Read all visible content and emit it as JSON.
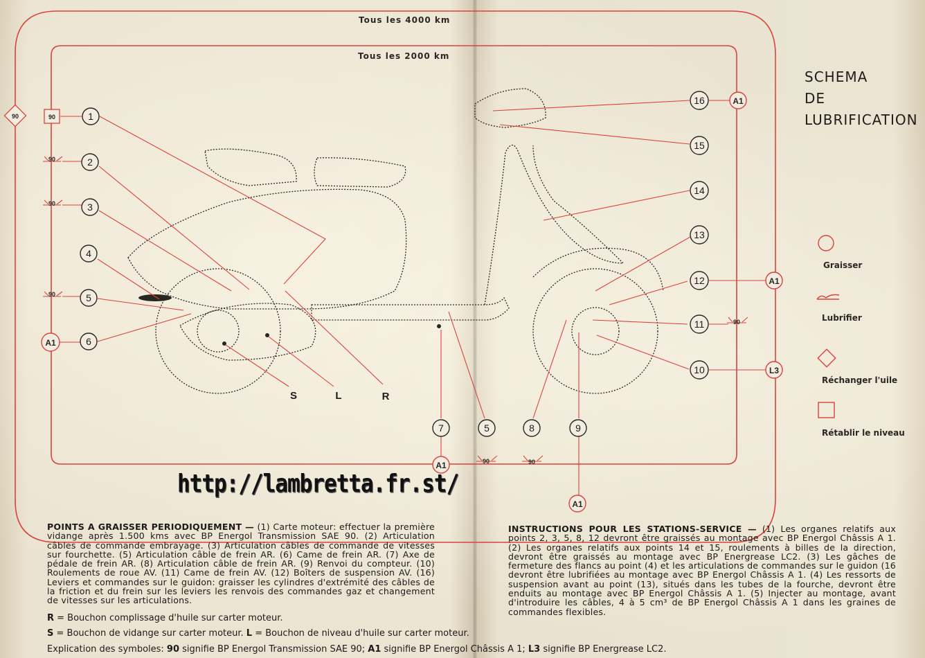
{
  "km": {
    "outer": "Tous les 4000 km",
    "inner": "Tous les 2000 km"
  },
  "schema": {
    "line1": "SCHEMA",
    "line2": "DE",
    "line3": "LUBRIFICATION"
  },
  "legend": {
    "grease": "Graisser",
    "lubricate": "Lubrifier",
    "change_oil": "Réchanger l'uile",
    "level": "Rétablir le niveau"
  },
  "left_symbols": {
    "diamond": "90",
    "square": "90",
    "oil2": "90",
    "oil3": "90",
    "oil5": "90",
    "a1": "A1"
  },
  "right_symbols": {
    "a1_16": "A1",
    "a1_12": "A1",
    "oil_11": "90",
    "l3": "L3"
  },
  "bottom_symbols": {
    "a1_7": "A1",
    "oil_5": "90",
    "oil_8": "90",
    "a1_9": "A1"
  },
  "callouts": {
    "n1": "1",
    "n2": "2",
    "n3": "3",
    "n4": "4",
    "n5": "5",
    "n6": "6",
    "n7": "7",
    "n5b": "5",
    "n8": "8",
    "n9": "9",
    "n10": "10",
    "n11": "11",
    "n12": "12",
    "n13": "13",
    "n14": "14",
    "n15": "15",
    "n16": "16"
  },
  "plugs": {
    "s": "S",
    "l": "L",
    "r": "R"
  },
  "url": "http://lambretta.fr.st/",
  "points": {
    "heading": "POINTS A GRAISSER PERIODIQUEMENT —",
    "body": " (1) Carte moteur: effectuer la première vidange après 1.500 kms avec BP Energol Transmission SAE 90. (2) Articulation câbles de commande embrayage. (3) Articulation câbles de commande de vitesses sur fourchette. (5) Articulation câble de frein AR. (6) Came de frein AR. (7) Axe de pédale de frein AR. (8) Articulation câble de frein AR. (9) Renvoi du compteur. (10) Roulements de roue AV. (11) Came de frein AV. (12) Boîters de suspension AV. (16) Leviers et commandes sur le guidon: graisser les cylindres d'extrémité des câbles de la friction et du frein sur les leviers les renvois des commandes gaz et changement de vitesses sur les articulations."
  },
  "r_line": {
    "key": "R",
    "text": " = Bouchon complissage d'huile sur carter moteur."
  },
  "sl_line": {
    "s_key": "S",
    "s_text": " = Bouchon de vidange sur carter moteur. ",
    "l_key": "L",
    "l_text": " = Bouchon de niveau d'huile sur carter moteur."
  },
  "expl_line": {
    "t1": "Explication des symboles: ",
    "k1": "90",
    "t2": " signifie BP Energol Transmission SAE 90; ",
    "k2": "A1",
    "t3": " signifie BP Energol Châssis A 1; ",
    "k3": "L3",
    "t4": " signifie BP Energrease LC2."
  },
  "instructions": {
    "heading": "INSTRUCTIONS POUR LES STATIONS-SERVICE —",
    "body": " (1) Les organes relatifs aux points 2, 3, 5, 8, 12 devront être graissés au montage avec BP Energol Châssis A 1. (2) Les organes relatifs aux points 14 et 15, roulements à billes de la direction, devront être graissés au montage avec BP Energrease LC2. (3) Les gâches de fermeture des flancs au point (4) et les articulations de commandes sur le guidon (16 devront être lubrifiées au montage avec BP Energol Châssis A 1. (4) Les ressorts de suspension avant au point (13), situés dans les tubes de la fourche, devront être enduits au montage avec BP Energol Châssis A 1. (5) Injecter au montage, avant d'introduire les câbles, 4 à 5 cm³ de BP Energol Châssis A 1 dans les graines de commandes flexibles."
  },
  "colors": {
    "red": "#d9433c",
    "ink": "#1d1b19",
    "paper": "#e9e1cf"
  }
}
